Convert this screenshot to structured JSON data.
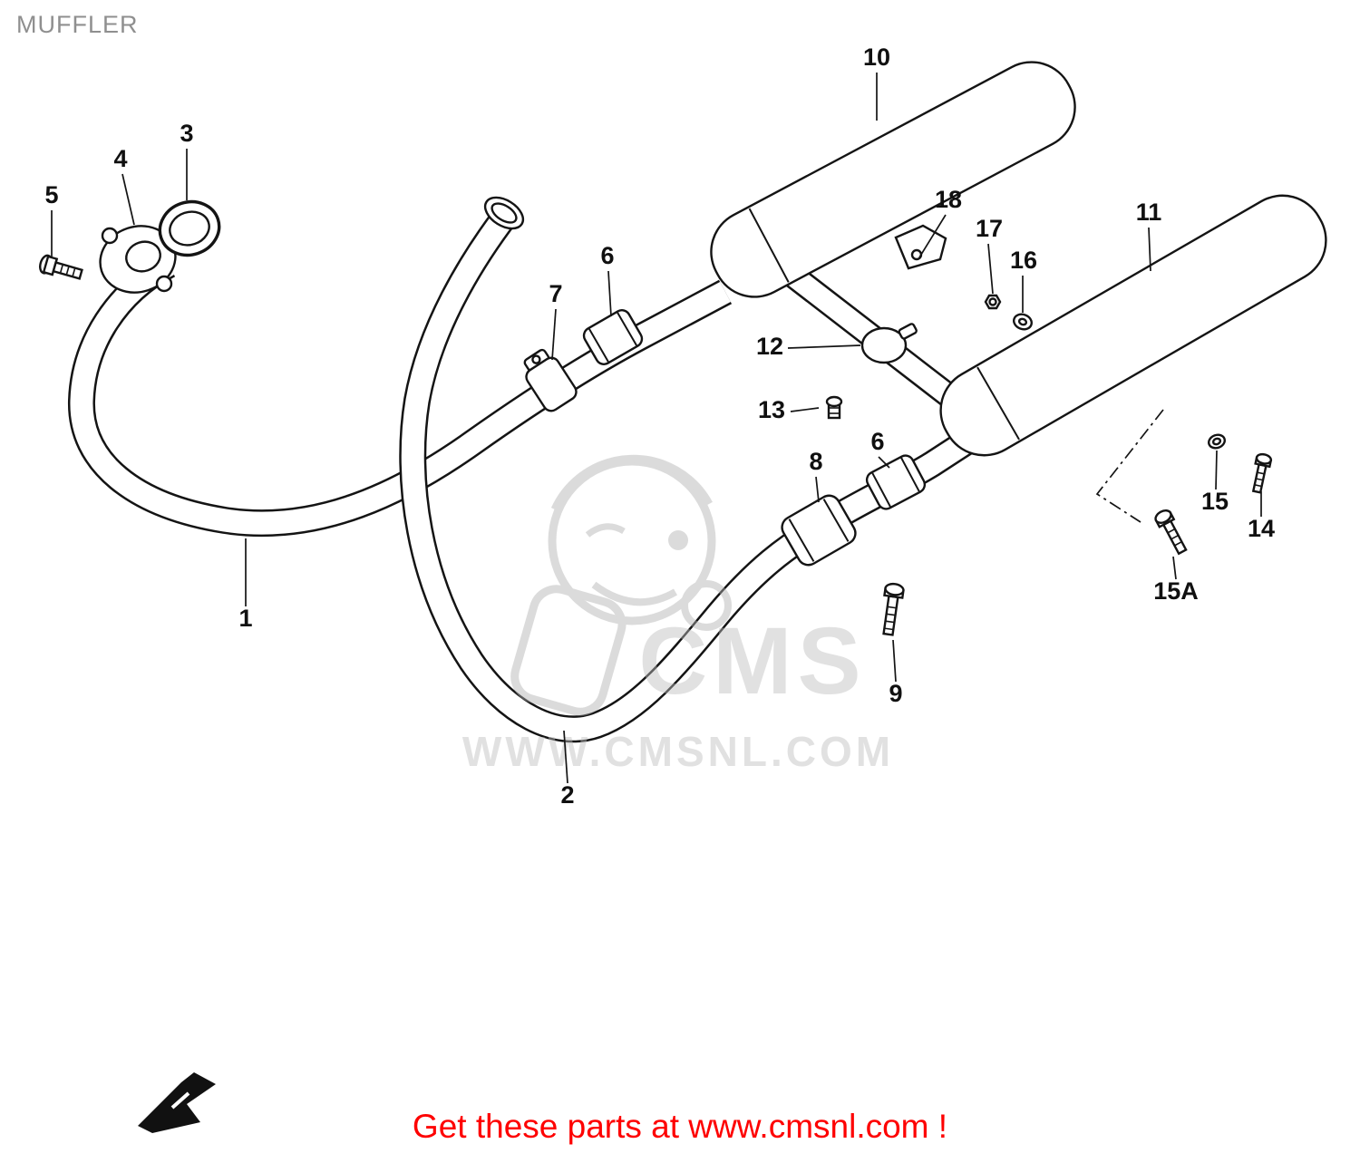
{
  "page": {
    "title": "MUFFLER",
    "footer": "Get these parts at www.cmsnl.com !"
  },
  "watermark": {
    "brand": "CMS",
    "url": "WWW.CMSNL.COM"
  },
  "colors": {
    "footer_red": "#fe0000",
    "line_black": "#141414",
    "watermark_gray": "#c9c9c9",
    "title_gray": "#8f8f8f"
  },
  "part_labels": {
    "n1": "1",
    "n2": "2",
    "n3": "3",
    "n4": "4",
    "n5": "5",
    "n6a": "6",
    "n6b": "6",
    "n7": "7",
    "n8": "8",
    "n9": "9",
    "n10": "10",
    "n11": "11",
    "n12": "12",
    "n13": "13",
    "n14": "14",
    "n15": "15",
    "n15a": "15A",
    "n16": "16",
    "n17": "17",
    "n18": "18"
  }
}
